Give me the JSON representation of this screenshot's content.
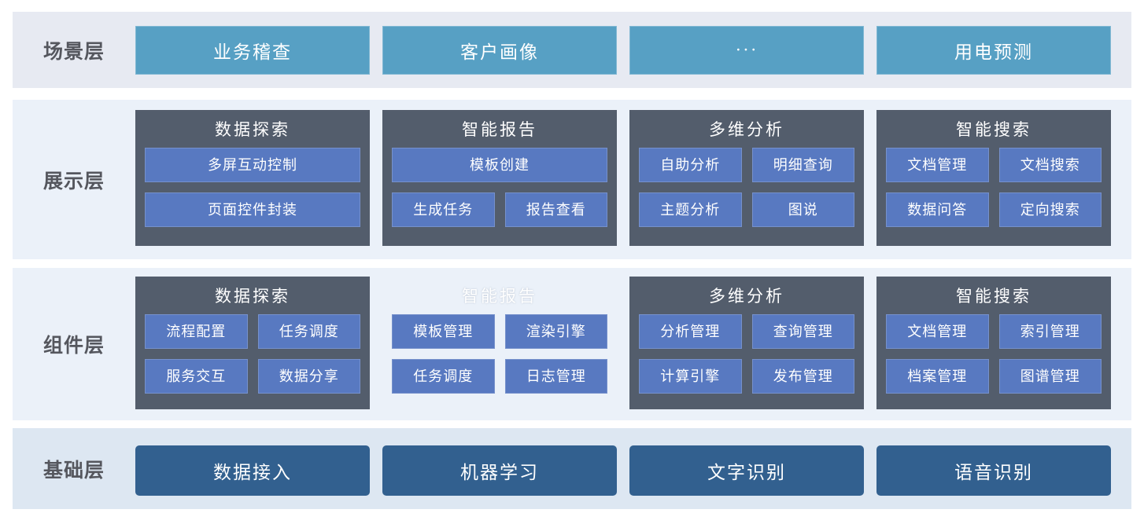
{
  "colors": {
    "band_scenario_bg": "#e7eaf2",
    "band_display_bg": "#ebf1f9",
    "band_component_bg": "#ebf1f9",
    "band_foundation_bg": "#dde7f2",
    "scenario_box": "#57a0c4",
    "group_box": "#535d6c",
    "item_box": "#5879c1",
    "foundation_box": "#32608f",
    "layer_label_text": "#55575e",
    "box_text": "#ffffff"
  },
  "scenario": {
    "label": "场景层",
    "boxes": [
      "业务稽查",
      "客户画像",
      "···",
      "用电预测"
    ]
  },
  "display": {
    "label": "展示层",
    "groups": [
      {
        "title": "数据探索",
        "rows": [
          [
            "多屏互动控制"
          ],
          [
            "页面控件封装"
          ]
        ]
      },
      {
        "title": "智能报告",
        "rows": [
          [
            "模板创建"
          ],
          [
            "生成任务",
            "报告查看"
          ]
        ]
      },
      {
        "title": "多维分析",
        "rows": [
          [
            "自助分析",
            "明细查询"
          ],
          [
            "主题分析",
            "图说"
          ]
        ]
      },
      {
        "title": "智能搜索",
        "rows": [
          [
            "文档管理",
            "文档搜索"
          ],
          [
            "数据问答",
            "定向搜索"
          ]
        ]
      }
    ]
  },
  "component": {
    "label": "组件层",
    "groups": [
      {
        "title": "数据探索",
        "rows": [
          [
            "流程配置",
            "任务调度"
          ],
          [
            "服务交互",
            "数据分享"
          ]
        ]
      },
      {
        "title": "智能报告",
        "rows": [
          [
            "模板管理",
            "渲染引擎"
          ],
          [
            "任务调度",
            "日志管理"
          ]
        ]
      },
      {
        "title": "多维分析",
        "rows": [
          [
            "分析管理",
            "查询管理"
          ],
          [
            "计算引擎",
            "发布管理"
          ]
        ]
      },
      {
        "title": "智能搜索",
        "rows": [
          [
            "文档管理",
            "索引管理"
          ],
          [
            "档案管理",
            "图谱管理"
          ]
        ]
      }
    ]
  },
  "foundation": {
    "label": "基础层",
    "boxes": [
      "数据接入",
      "机器学习",
      "文字识别",
      "语音识别"
    ]
  }
}
